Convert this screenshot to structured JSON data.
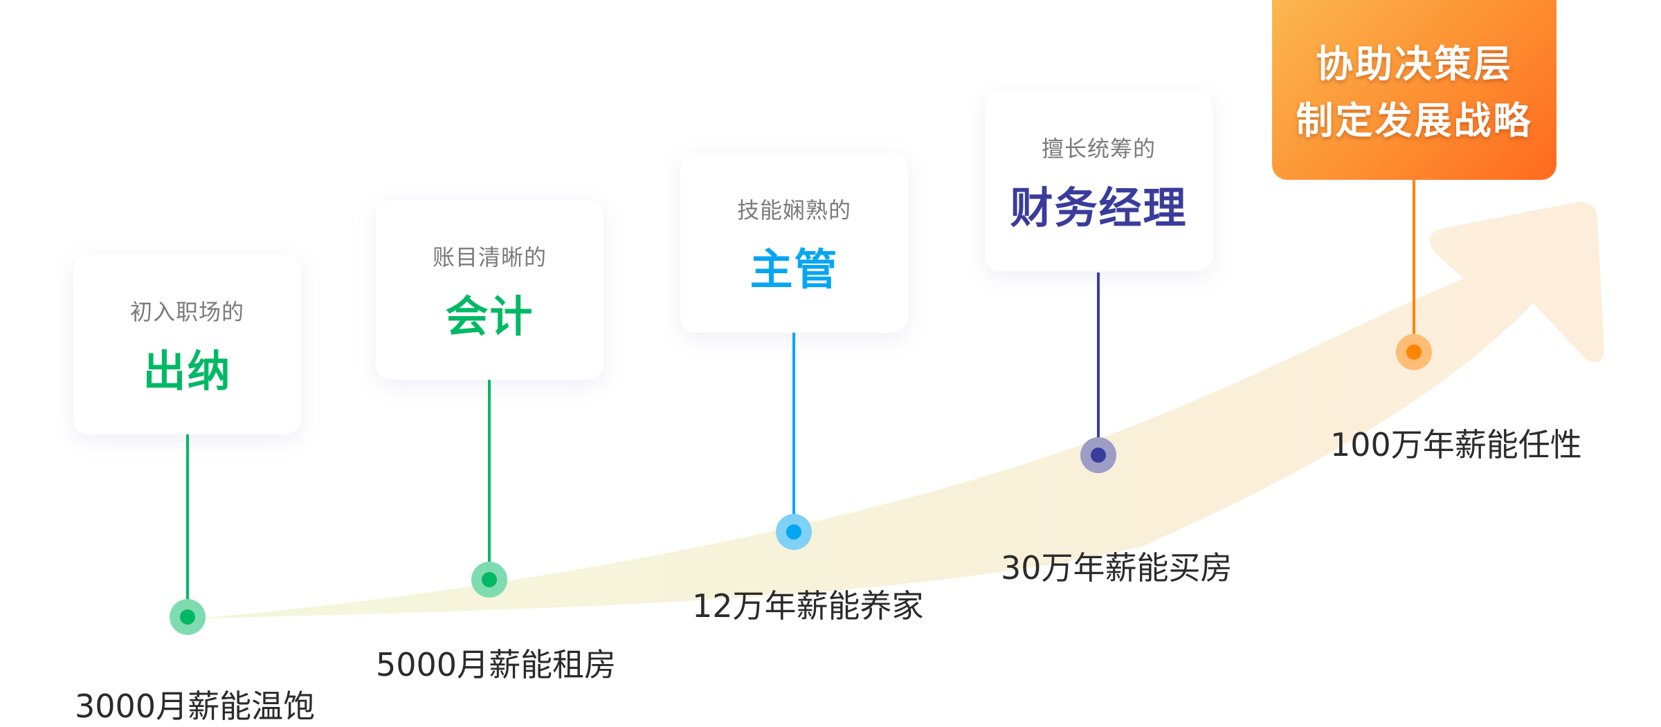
{
  "colors": {
    "green": "#00b964",
    "blue": "#06a6f2",
    "indigo": "#3a3c9c",
    "orange": "#ff8400",
    "arrow_light": "#f7f4dd",
    "arrow_orange": "#fdeedb"
  },
  "stages": [
    {
      "subtitle": "初入职场的",
      "title": "出纳",
      "salary": "3000月薪能温饱",
      "color": "#00b964",
      "halo": "#7fdcb1"
    },
    {
      "subtitle": "账目清晰的",
      "title": "会计",
      "salary": "5000月薪能租房",
      "color": "#00b964",
      "halo": "#7fdcb1"
    },
    {
      "subtitle": "技能娴熟的",
      "title": "主管",
      "salary": "12万年薪能养家",
      "color": "#06a6f2",
      "halo": "#7fd1f5"
    },
    {
      "subtitle": "擅长统筹的",
      "title": "财务经理",
      "salary": "30万年薪能买房",
      "color": "#3a3c9c",
      "halo": "#9d9dc6"
    },
    {
      "title_line1": "协助决策层",
      "title_line2": "制定发展战略",
      "salary": "100万年薪能任性",
      "color": "#ff8400",
      "halo": "#fdbd74"
    }
  ]
}
